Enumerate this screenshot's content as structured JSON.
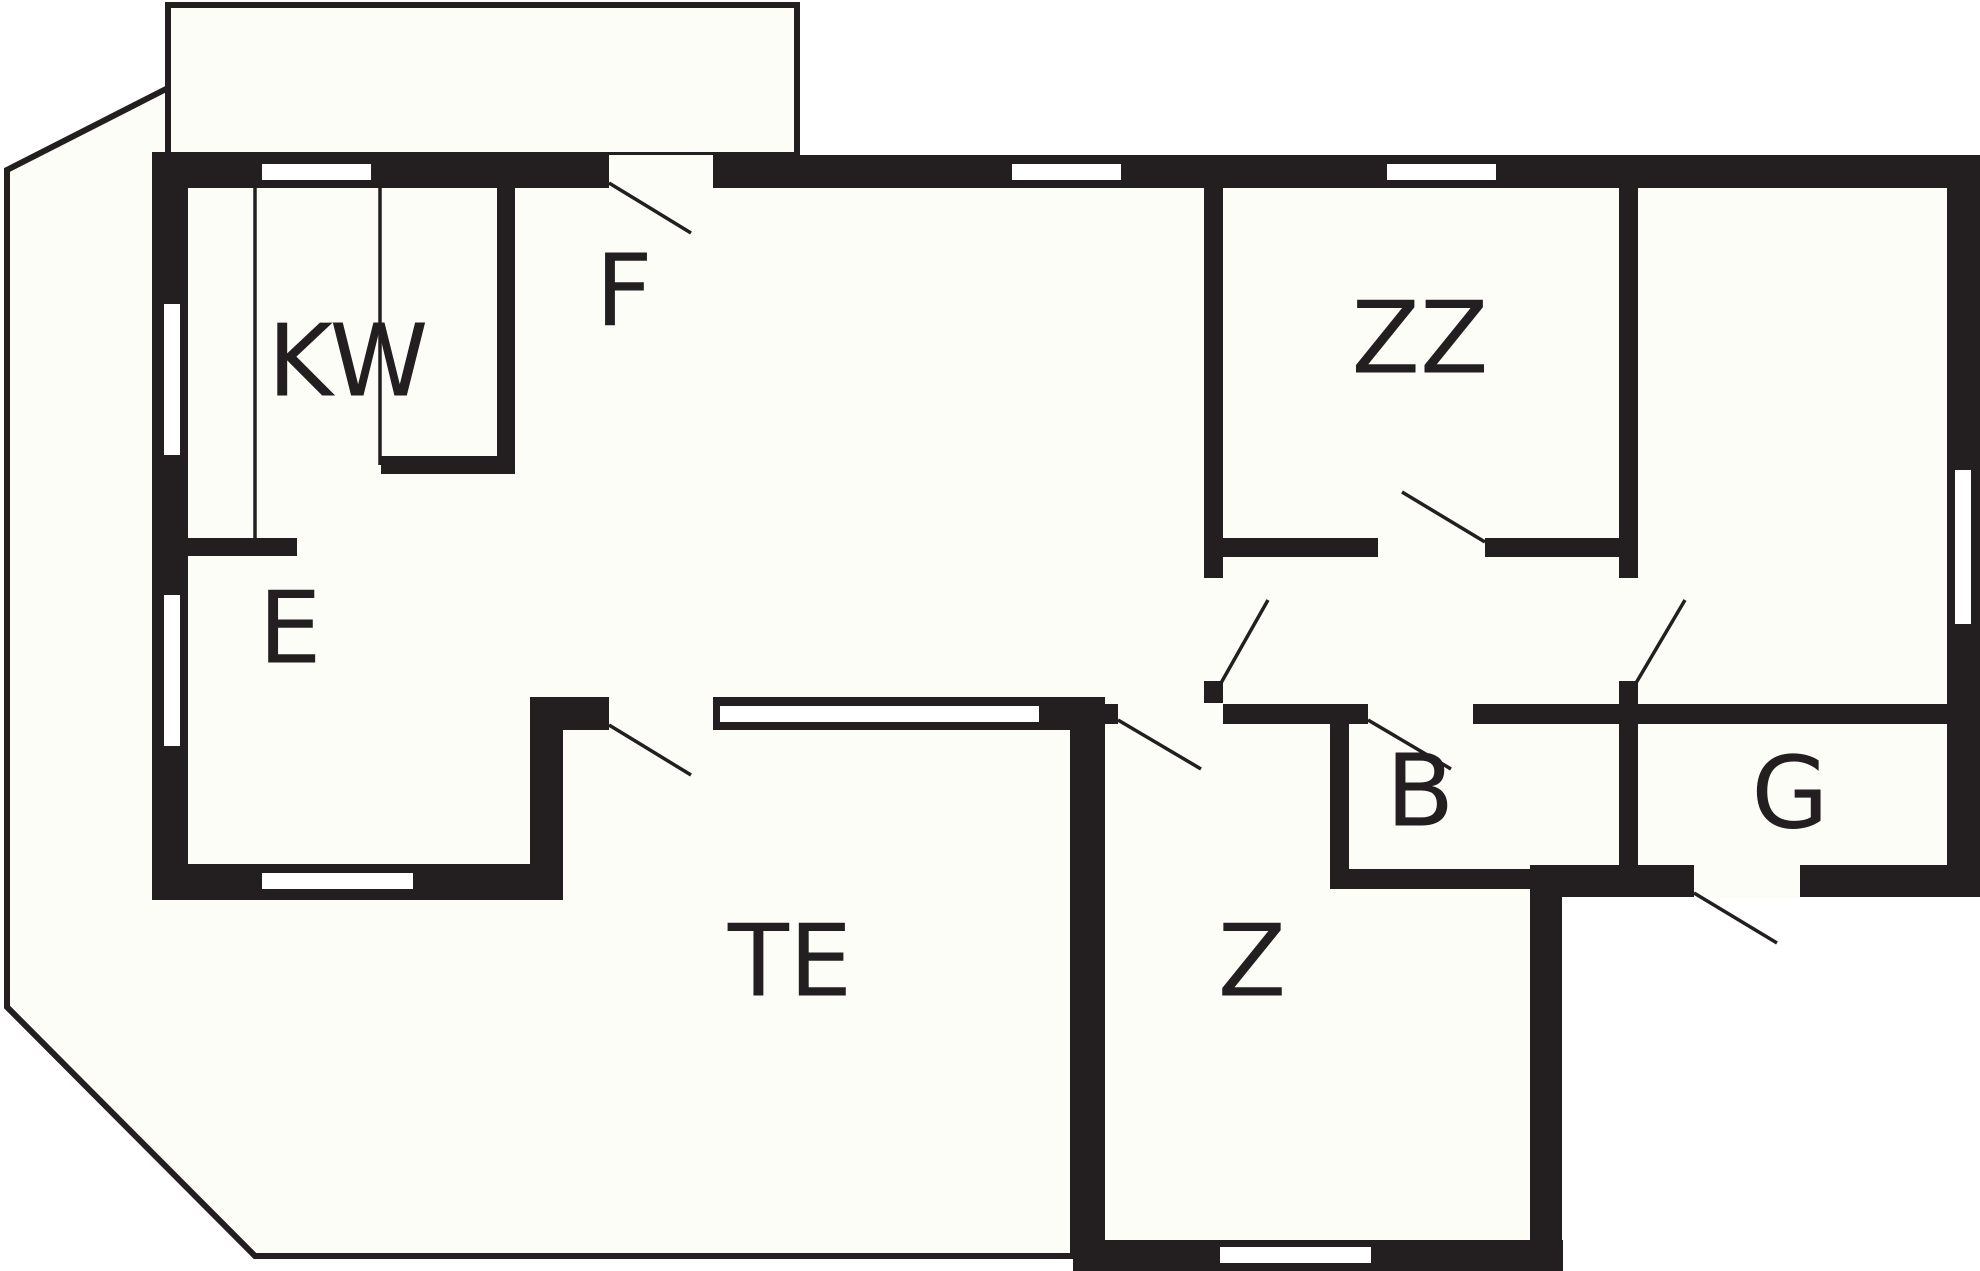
{
  "rooms": [
    {
      "id": "kw",
      "label": "KW"
    },
    {
      "id": "f",
      "label": "F"
    },
    {
      "id": "zz",
      "label": "ZZ"
    },
    {
      "id": "e",
      "label": "E"
    },
    {
      "id": "b",
      "label": "B"
    },
    {
      "id": "g",
      "label": "G"
    },
    {
      "id": "te",
      "label": "TE"
    },
    {
      "id": "z",
      "label": "Z"
    }
  ],
  "colors": {
    "wall": "#231f20",
    "floor": "#fdfdf7",
    "window": "#ffffff"
  }
}
